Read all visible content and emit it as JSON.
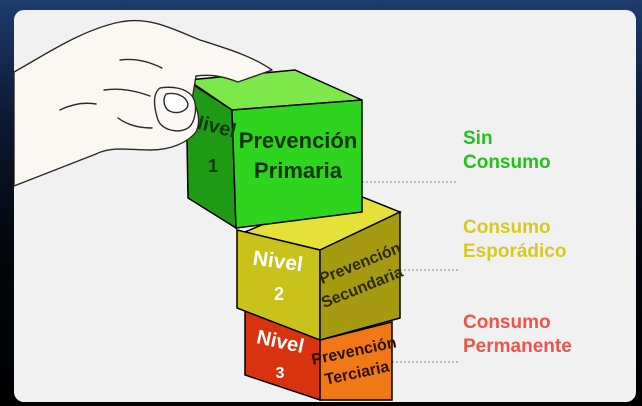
{
  "levels": [
    {
      "nivel": "Nivel",
      "number": "1",
      "title_line1": "Prevención",
      "title_line2": "Primaria",
      "consumo_line1": "Sin",
      "consumo_line2": "Consumo",
      "color": "#22c21a"
    },
    {
      "nivel": "Nivel",
      "number": "2",
      "title_line1": "Prevención",
      "title_line2": "Secundaria",
      "consumo_line1": "Consumo",
      "consumo_line2": "Esporádico",
      "color": "#d9c91f"
    },
    {
      "nivel": "Nivel",
      "number": "3",
      "title_line1": "Prevención",
      "title_line2": "Terciaria",
      "consumo_line1": "Consumo",
      "consumo_line2": "Permanente",
      "color": "#f0524c"
    }
  ],
  "colors": {
    "green_front": "#2fd41f",
    "green_side": "#1f9a15",
    "green_top": "#7de84a",
    "yellow_front": "#c9c21a",
    "yellow_side": "#a59a12",
    "yellow_top": "#e6e03a",
    "red_side": "#d8320e",
    "orange_front": "#f07816",
    "label_green": "#22c21a",
    "label_yellow": "#d9c91f",
    "label_red": "#f0524c"
  }
}
